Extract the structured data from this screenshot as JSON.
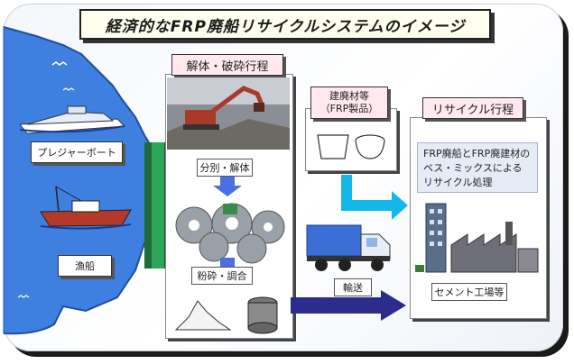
{
  "title": "経済的なFRP廃船リサイクルシステムのイメージ",
  "sources": {
    "pleasure_boat": "プレジャーボート",
    "fishing_boat": "漁船"
  },
  "dismantle": {
    "header": "解体・破砕行程",
    "step1": "分別・解体",
    "step2": "粉砕・調合"
  },
  "waste_material": {
    "line1": "建廃材等",
    "line2": "（FRP製品）"
  },
  "transport": "輸送",
  "recycle": {
    "header": "リサイクル行程",
    "description": "FRP廃船とFRP廃建材のベス・ミックスによるリサイクル処理",
    "facility": "セメント工場等"
  }
}
